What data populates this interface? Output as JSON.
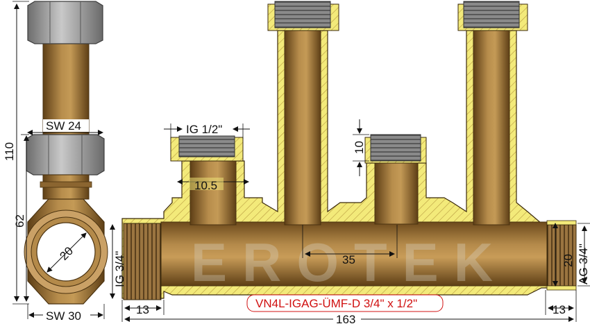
{
  "product_code": "VN4L-IGAG-ÜMF-D 3/4\" x 1/2\"",
  "watermark": "EROTEK",
  "dimensions": {
    "height_total": "110",
    "height_center": "62",
    "bore_side": "20",
    "sw_top": "SW 24",
    "sw_bottom": "SW 30",
    "outlet_thread": "IG 1/2\"",
    "outlet_bore": "10.5",
    "thread_length": "10",
    "spacing": "35",
    "inlet_thread": "IG 3/4\"",
    "outlet_main_thread": "AG 3/4\"",
    "main_bore": "20",
    "left_len": "13",
    "right_len": "13",
    "total_length": "163"
  },
  "colors": {
    "brass": "#a67c3d",
    "brass_dark": "#6e4d1e",
    "section": "#f3ea7a",
    "nut": "#a7a7a7",
    "model_text": "#d01010"
  }
}
